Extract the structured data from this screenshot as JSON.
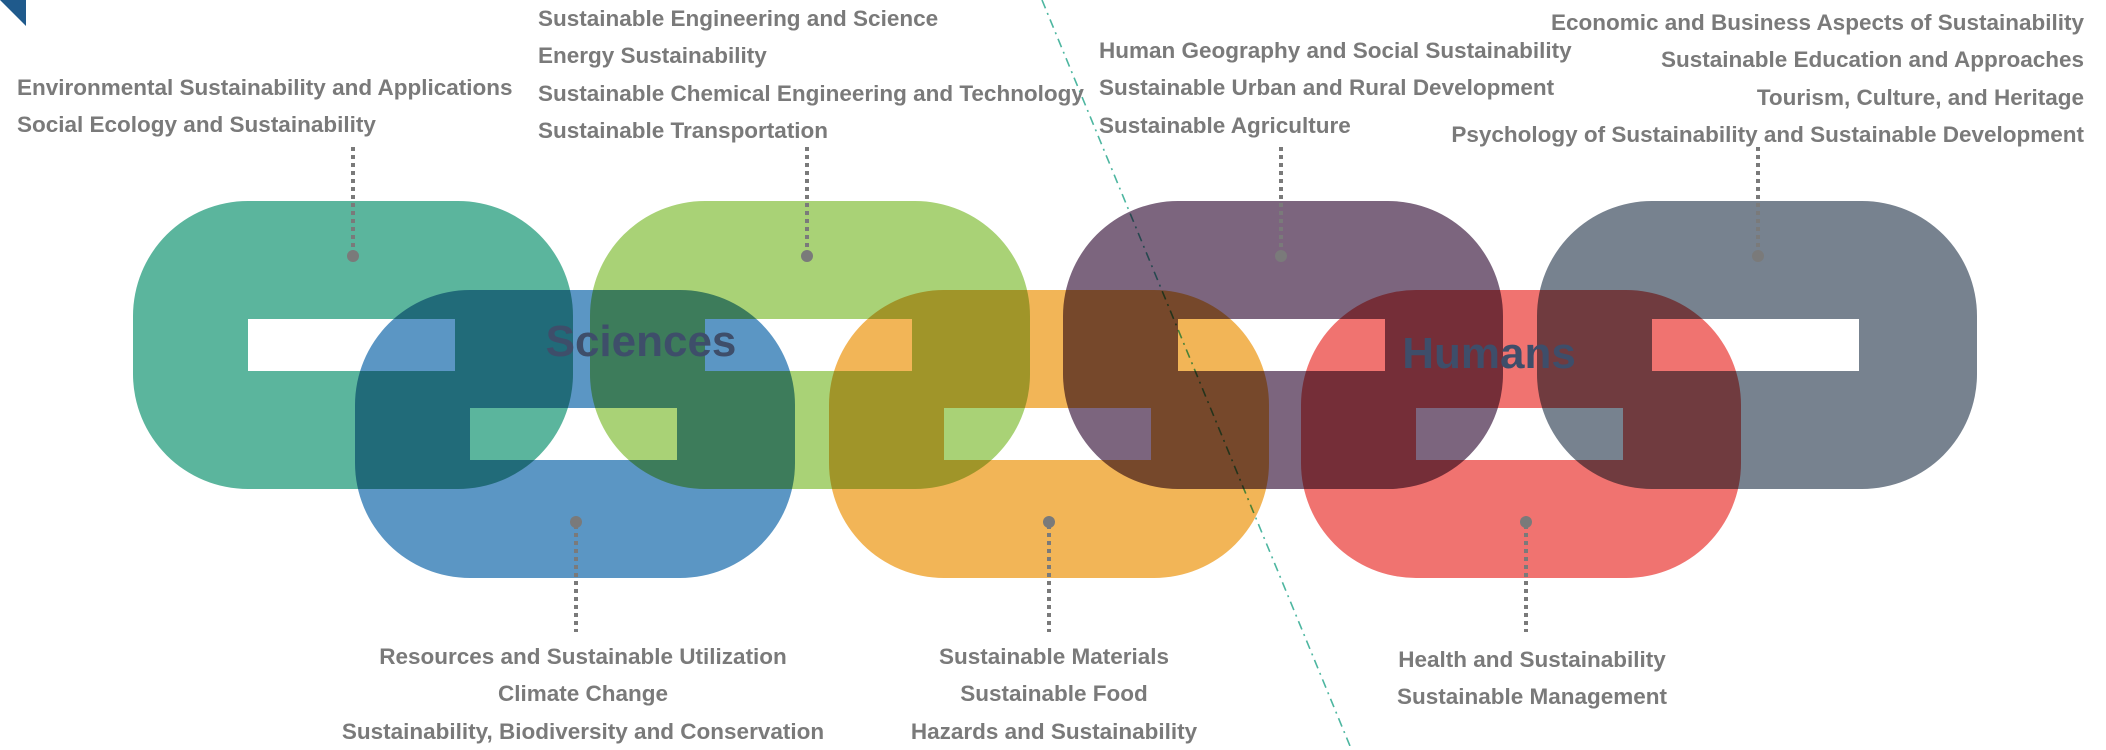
{
  "colors": {
    "link_teal": "#5bb59d",
    "link_blue": "#5b96c4",
    "link_lightgreen": "#a9d276",
    "link_orange": "#f2b557",
    "link_purple": "#7c657e",
    "link_red": "#f07370",
    "link_slate": "#77828f",
    "label_gray": "#7a7a7a",
    "big_label": "#3e4e6a",
    "divider": "#4db6a0",
    "corner": "#1f5a8c"
  },
  "icons": {
    "corner": "corner-triangle-icon"
  },
  "groups": {
    "sciences": "Sciences",
    "humans": "Humans"
  },
  "top_labels": {
    "teal": [
      "Environmental Sustainability and Applications",
      "Social Ecology and Sustainability"
    ],
    "lightgreen": [
      "Sustainable Engineering and Science",
      "Energy Sustainability",
      "Sustainable Chemical Engineering and Technology",
      "Sustainable Transportation"
    ],
    "purple": [
      "Human Geography and Social Sustainability",
      "Sustainable Urban and Rural Development",
      "Sustainable Agriculture"
    ],
    "slate": [
      "Economic and Business Aspects of Sustainability",
      "Sustainable Education and Approaches",
      "Tourism, Culture, and Heritage",
      "Psychology of Sustainability and Sustainable Development"
    ]
  },
  "bottom_labels": {
    "blue": [
      "Resources and Sustainable Utilization",
      "Climate Change",
      "Sustainability, Biodiversity and Conservation"
    ],
    "orange": [
      "Sustainable Materials",
      "Sustainable Food",
      "Hazards and Sustainability"
    ],
    "red": [
      "Health and Sustainability",
      "Sustainable Management"
    ]
  }
}
